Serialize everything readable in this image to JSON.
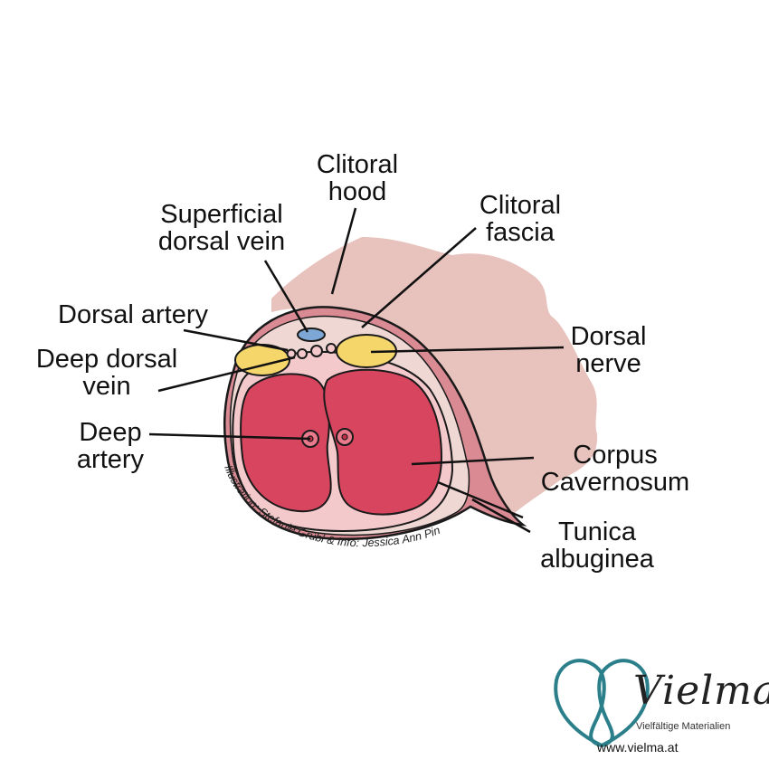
{
  "labels": {
    "clitoral_hood": [
      "Clitoral",
      "hood"
    ],
    "superficial_dorsal_vein": [
      "Superficial",
      "dorsal vein"
    ],
    "clitoral_fascia": [
      "Clitoral",
      "fascia"
    ],
    "dorsal_artery": [
      "Dorsal artery"
    ],
    "deep_dorsal_vein": [
      "Deep dorsal",
      "vein"
    ],
    "dorsal_nerve": [
      "Dorsal",
      "nerve"
    ],
    "deep_artery": [
      "Deep",
      "artery"
    ],
    "corpus_cavernosum": [
      "Corpus",
      "Cavernosum"
    ],
    "tunica_albuginea": [
      "Tunica",
      "albuginea"
    ]
  },
  "credit": "Illustration: Stefanie Grübl & Info: Jessica Ann Pin",
  "brand": {
    "name": "Vielma",
    "tagline": "Vielfältige Materialien",
    "url": "www.vielma.at",
    "logo_color": "#2a7f8a"
  },
  "colors": {
    "hood": "#e8c2bc",
    "corpus": "#d8455f",
    "septum": "#f3c9cc",
    "nerve": "#f5d66a",
    "vein": "#7da7d4",
    "outline": "#1a1a1a"
  }
}
